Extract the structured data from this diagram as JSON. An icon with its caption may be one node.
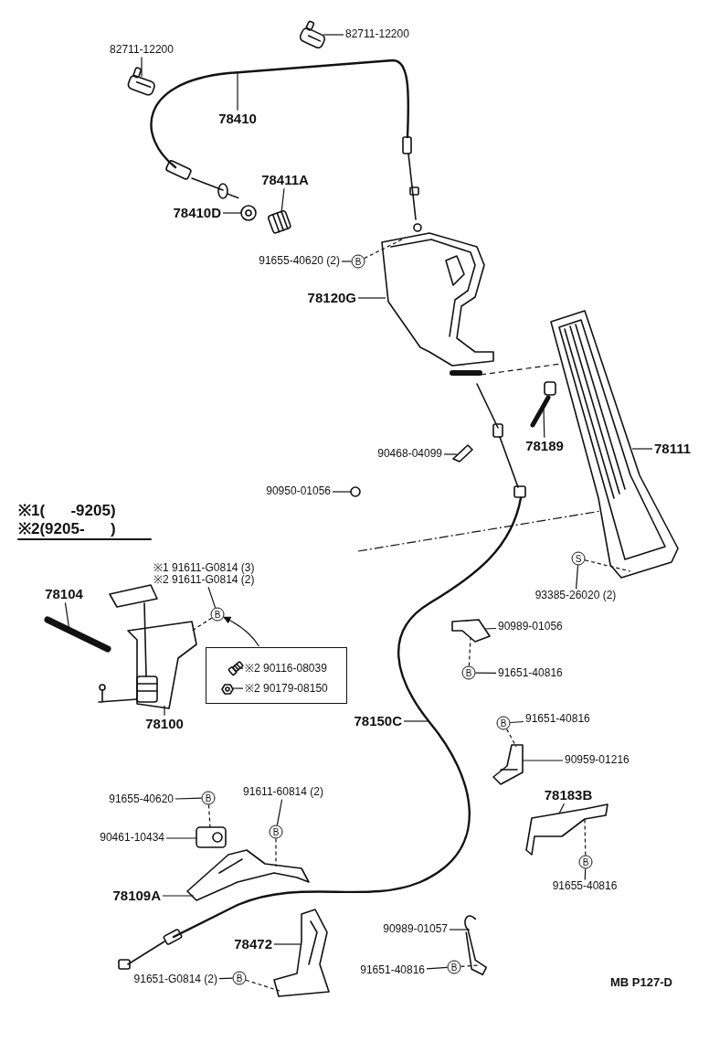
{
  "diagram": {
    "nodes": [
      {
        "text": [
          "82711-12200"
        ]
      },
      {
        "text": [
          "82711-12200"
        ]
      },
      {
        "text": [
          "78410"
        ]
      },
      {
        "text": [
          "78411A"
        ]
      },
      {
        "text": [
          "78410D"
        ]
      },
      {
        "text": [
          "91655-40620 (2)"
        ]
      },
      {
        "text": [
          "B"
        ]
      },
      {
        "text": [
          "78120G"
        ]
      },
      {
        "text": [
          "78189"
        ]
      },
      {
        "text": [
          "78111"
        ]
      },
      {
        "text": [
          "90468-04099"
        ]
      },
      {
        "text": [
          "90950-01056"
        ]
      },
      {
        "text": [
          "S"
        ]
      },
      {
        "text": [
          "93385-26020 (2)"
        ]
      },
      {
        "text": [
          "※1 91611-G0814 (3)",
          "※2 91611-G0814 (2)"
        ]
      },
      {
        "text": [
          "B"
        ]
      },
      {
        "text": [
          "78104"
        ]
      },
      {
        "text": [
          "78100"
        ]
      },
      {
        "text": [],
        "shape": "box"
      },
      {
        "text": [
          "※2 90116-08039"
        ],
        "in": 18
      },
      {
        "text": [
          "※2 90179-08150"
        ],
        "in": 18
      },
      {
        "text": [
          "90989-01056"
        ]
      },
      {
        "text": [
          "B"
        ]
      },
      {
        "text": [
          "91651-40816"
        ]
      },
      {
        "text": [
          "B"
        ]
      },
      {
        "text": [
          "91651-40816"
        ]
      },
      {
        "text": [
          "90959-01216"
        ]
      },
      {
        "text": [
          "78183B"
        ]
      },
      {
        "text": [
          "B"
        ]
      },
      {
        "text": [
          "91655-40816"
        ]
      },
      {
        "text": [
          "78150C"
        ]
      },
      {
        "text": [
          "91655-40620"
        ]
      },
      {
        "text": [
          "B"
        ]
      },
      {
        "text": [
          "90461-10434"
        ]
      },
      {
        "text": [
          "91611-60814 (2)"
        ]
      },
      {
        "text": [
          "B"
        ]
      },
      {
        "text": [
          "78109A"
        ]
      },
      {
        "text": [
          "78472"
        ]
      },
      {
        "text": [
          "91651-G0814 (2)"
        ]
      },
      {
        "text": [
          "B"
        ]
      },
      {
        "text": [
          "90989-01057"
        ]
      },
      {
        "text": [
          "91651-40816"
        ]
      },
      {
        "text": [
          "B"
        ]
      },
      {
        "text": [],
        "shape": "picture"
      },
      {
        "text": [],
        "shape": "picture"
      },
      {
        "text": [],
        "shape": "picture"
      },
      {
        "text": [],
        "shape": "picture"
      },
      {
        "text": [],
        "shape": "picture"
      },
      {
        "text": [],
        "shape": "picture"
      },
      {
        "text": [],
        "shape": "picture"
      },
      {
        "text": [],
        "shape": "picture"
      },
      {
        "text": [],
        "shape": "circle"
      },
      {
        "text": [],
        "shape": "picture"
      },
      {
        "text": [],
        "shape": "picture"
      },
      {
        "text": [],
        "shape": "picture",
        "in": 18
      },
      {
        "text": [],
        "shape": "picture",
        "in": 18
      },
      {
        "text": [],
        "shape": "picture"
      },
      {
        "text": [],
        "shape": "picture"
      },
      {
        "text": [],
        "shape": "picture"
      },
      {
        "text": [],
        "shape": "picture"
      },
      {
        "text": [],
        "shape": "picture"
      },
      {
        "text": [],
        "shape": "picture"
      },
      {
        "text": [],
        "shape": "picture"
      }
    ],
    "edges": [
      {
        "from": 0,
        "to": 43,
        "arrow": "none"
      },
      {
        "from": 1,
        "to": 44,
        "arrow": "none"
      },
      {
        "from": 2,
        "to": null,
        "arrow": "none"
      },
      {
        "from": 3,
        "to": 45,
        "arrow": "none"
      },
      {
        "from": 4,
        "to": 46,
        "arrow": "none"
      },
      {
        "from": 5,
        "to": 6,
        "arrow": "none"
      },
      {
        "from": 6,
        "to": 47,
        "arrow": "none",
        "style": "dashed"
      },
      {
        "from": 7,
        "to": 47,
        "arrow": "none"
      },
      {
        "from": 8,
        "to": 48,
        "arrow": "none"
      },
      {
        "from": 9,
        "to": 49,
        "arrow": "none"
      },
      {
        "from": 10,
        "to": 50,
        "arrow": "none"
      },
      {
        "from": 11,
        "to": 51,
        "arrow": "none"
      },
      {
        "from": 13,
        "to": 12,
        "arrow": "none"
      },
      {
        "from": 12,
        "to": 49,
        "arrow": "none",
        "style": "dashed"
      },
      {
        "from": 14,
        "to": 15,
        "arrow": "none"
      },
      {
        "from": 15,
        "to": 52,
        "arrow": "none",
        "style": "dashed"
      },
      {
        "from": 18,
        "to": 15,
        "arrow": "to"
      },
      {
        "from": 16,
        "to": 53,
        "arrow": "none"
      },
      {
        "from": 17,
        "to": 52,
        "arrow": "none"
      },
      {
        "from": 19,
        "to": 54,
        "arrow": "none"
      },
      {
        "from": 20,
        "to": 55,
        "arrow": "none"
      },
      {
        "from": 21,
        "to": 56,
        "arrow": "none"
      },
      {
        "from": 23,
        "to": 22,
        "arrow": "none"
      },
      {
        "from": 22,
        "to": 56,
        "arrow": "none",
        "style": "dashed"
      },
      {
        "from": 25,
        "to": 24,
        "arrow": "none"
      },
      {
        "from": 24,
        "to": 57,
        "arrow": "none",
        "style": "dashed"
      },
      {
        "from": 26,
        "to": 57,
        "arrow": "none"
      },
      {
        "from": 27,
        "to": 58,
        "arrow": "none"
      },
      {
        "from": 29,
        "to": 28,
        "arrow": "none"
      },
      {
        "from": 28,
        "to": 58,
        "arrow": "none",
        "style": "dashed"
      },
      {
        "from": 30,
        "to": null,
        "arrow": "none"
      },
      {
        "from": 31,
        "to": 32,
        "arrow": "none"
      },
      {
        "from": 32,
        "to": 59,
        "arrow": "none",
        "style": "dashed"
      },
      {
        "from": 33,
        "to": 59,
        "arrow": "none"
      },
      {
        "from": 34,
        "to": 35,
        "arrow": "none"
      },
      {
        "from": 35,
        "to": 60,
        "arrow": "none",
        "style": "dashed"
      },
      {
        "from": 36,
        "to": 60,
        "arrow": "none"
      },
      {
        "from": 37,
        "to": 61,
        "arrow": "none"
      },
      {
        "from": 38,
        "to": 39,
        "arrow": "none"
      },
      {
        "from": 39,
        "to": 61,
        "arrow": "none",
        "style": "dashed"
      },
      {
        "from": 40,
        "to": 62,
        "arrow": "none"
      },
      {
        "from": 41,
        "to": 42,
        "arrow": "none"
      },
      {
        "from": 42,
        "to": 62,
        "arrow": "none",
        "style": "dashed"
      },
      {
        "from": 47,
        "to": 49,
        "arrow": "none",
        "style": "dashed"
      },
      {
        "from": null,
        "to": 49,
        "arrow": "none",
        "style": "dashed"
      }
    ],
    "labels": [
      "※1(      -9205)",
      "※2(9205-      )",
      "MB P127-D"
    ]
  }
}
